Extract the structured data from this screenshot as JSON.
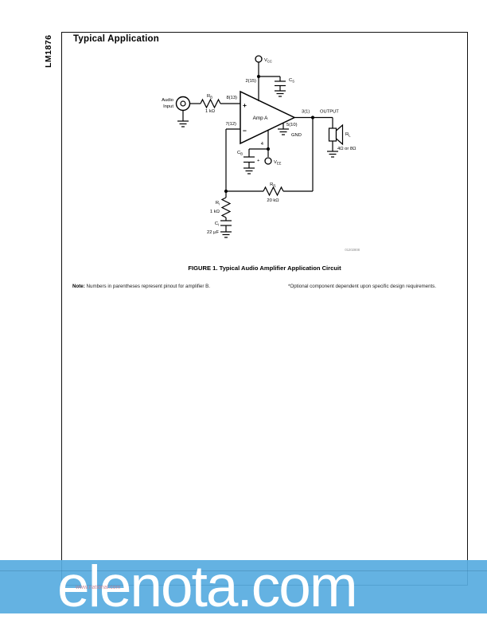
{
  "page": {
    "side_label": "LM1876",
    "title": "Typical Application",
    "caption": "FIGURE 1. Typical Audio Amplifier Application Circuit",
    "note_label": "Note:",
    "note_text": " Numbers in parentheses represent pinout for amplifier B.",
    "optional_note": "*Optional component dependent upon specific design requirements.",
    "figure_code": "01202808",
    "footer_url": "www.national.com"
  },
  "watermark": {
    "text": "elenota.com",
    "background_color": "#58ACE0",
    "text_color": "#FFFFFF"
  },
  "circuit": {
    "input_label_line1": "Audio",
    "input_label_line2": "Input",
    "plus": "+",
    "minus": "−",
    "amp_label": "Amp A",
    "pin_pos_in": "8(13)",
    "pin_neg_in": "7(12)",
    "pin_vplus": "2(15)",
    "pin_out": "3(1)",
    "pin_gnd": "5(10)",
    "pin_vee": "4",
    "gnd_label": "GND",
    "output_label": "OUTPUT",
    "rb": {
      "main": "R",
      "sub": "B",
      "value": "1 kΩ"
    },
    "cs": {
      "main": "C",
      "sub": "S"
    },
    "cb": {
      "main": "C",
      "sub": "B",
      "plus": "+"
    },
    "vcc": {
      "main": "V",
      "sub": "CC"
    },
    "vee": {
      "main": "V",
      "sub": "EE"
    },
    "rl": {
      "main": "R",
      "sub": "L",
      "value": "4Ω or 8Ω"
    },
    "rf1": {
      "main": "R",
      "sub": "f1",
      "value": "20 kΩ"
    },
    "ri": {
      "main": "R",
      "sub": "i",
      "value": "1 kΩ"
    },
    "ci": {
      "main": "C",
      "sub": "i",
      "value": "22 μF"
    }
  }
}
